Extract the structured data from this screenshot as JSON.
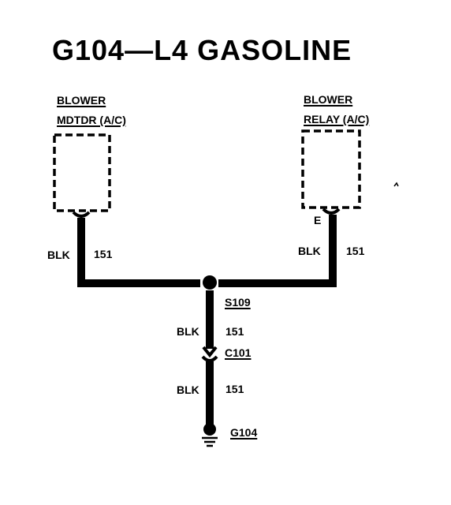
{
  "title": "G104—L4 GASOLINE",
  "components": {
    "blower_motor": {
      "line1": "BLOWER",
      "line2": "MDTDR (A/C)"
    },
    "blower_relay": {
      "line1": "BLOWER",
      "line2": "RELAY (A/C)",
      "pin": "E"
    }
  },
  "wires": {
    "left": {
      "color": "BLK",
      "circuit": "151"
    },
    "right": {
      "color": "BLK",
      "circuit": "151"
    },
    "splice_to_connector": {
      "color": "BLK",
      "circuit": "151"
    },
    "connector_to_ground": {
      "color": "BLK",
      "circuit": "151"
    }
  },
  "splice": {
    "label": "S109"
  },
  "connector": {
    "label": "C101"
  },
  "ground": {
    "label": "G104"
  }
}
